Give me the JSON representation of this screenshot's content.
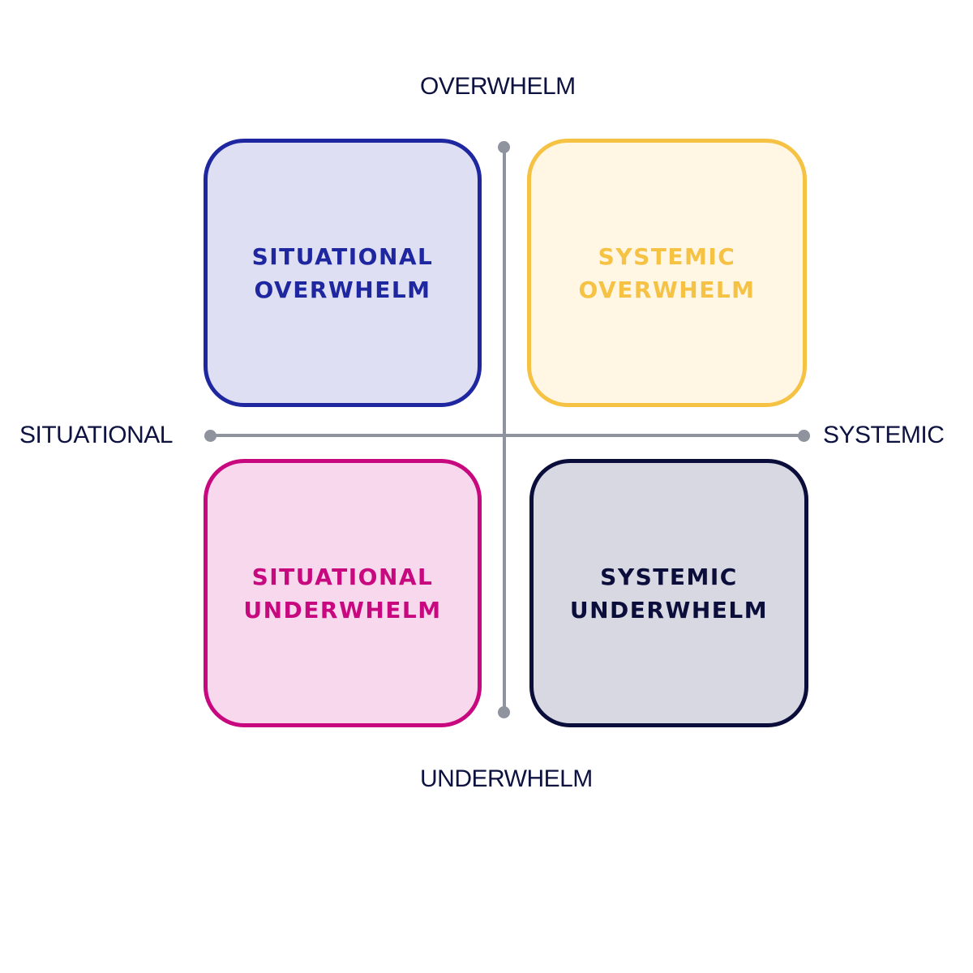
{
  "axes": {
    "top": "OVERWHELM",
    "bottom": "UNDERWHELM",
    "left": "SITUATIONAL",
    "right": "SYSTEMIC"
  },
  "quadrants": [
    {
      "line1": "SITUATIONAL",
      "line2": "OVERWHELM",
      "border_color": "#1f27a0",
      "fill_color": "#dedff3",
      "text_color": "#1f27a0"
    },
    {
      "line1": "SYSTEMIC",
      "line2": "OVERWHELM",
      "border_color": "#f5c244",
      "fill_color": "#fff6e4",
      "text_color": "#f5c244"
    },
    {
      "line1": "SITUATIONAL",
      "line2": "UNDERWHELM",
      "border_color": "#c8087e",
      "fill_color": "#f7d8ec",
      "text_color": "#c8087e"
    },
    {
      "line1": "SYSTEMIC",
      "line2": "UNDERWHELM",
      "border_color": "#0b0d3a",
      "fill_color": "#d7d8e1",
      "text_color": "#0b0d3a"
    }
  ],
  "axis_color": "#8f939e",
  "label_color": "#0e1240"
}
